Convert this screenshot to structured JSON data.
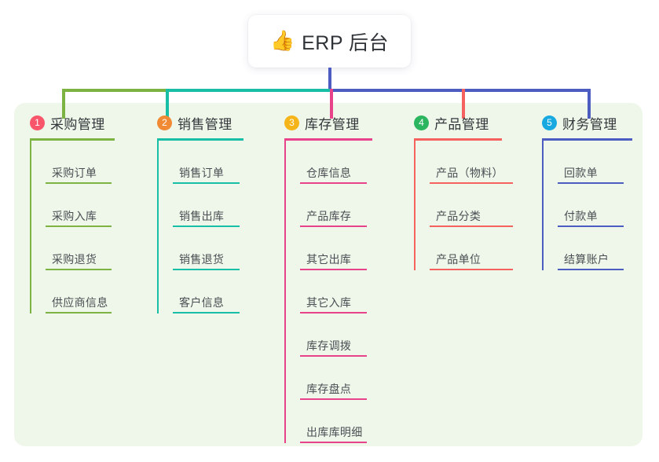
{
  "root": {
    "emoji": "👍",
    "emoji_name": "thumbs-up-icon",
    "title": "ERP 后台"
  },
  "colors": {
    "panel_bg": "#eef7e9",
    "page_bg": "#ffffff",
    "root_stem": "#4d5cc0",
    "bus_green": "#7cb342",
    "bus_teal": "#18bfa6",
    "bus_blue": "#4d5cc0"
  },
  "connectors": {
    "drops": [
      "#7cb342",
      "#18bfa6",
      "#e8428a",
      "#f4615f",
      "#4d5cc0"
    ]
  },
  "columns": [
    {
      "index": "1",
      "badge_color": "#f9556b",
      "accent": "#7cb342",
      "title": "采购管理",
      "leaves": [
        {
          "label": "采购订单"
        },
        {
          "label": "采购入库"
        },
        {
          "label": "采购退货"
        },
        {
          "label": "供应商信息"
        }
      ]
    },
    {
      "index": "2",
      "badge_color": "#f08a35",
      "accent": "#18bfa6",
      "title": "销售管理",
      "leaves": [
        {
          "label": "销售订单"
        },
        {
          "label": "销售出库"
        },
        {
          "label": "销售退货"
        },
        {
          "label": "客户信息"
        }
      ]
    },
    {
      "index": "3",
      "badge_color": "#f5b51a",
      "accent": "#e8428a",
      "title": "库存管理",
      "leaves": [
        {
          "label": "仓库信息"
        },
        {
          "label": "产品库存"
        },
        {
          "label": "其它出库"
        },
        {
          "label": "其它入库"
        },
        {
          "label": "库存调拨"
        },
        {
          "label": "库存盘点"
        },
        {
          "label": "出库库明细"
        }
      ]
    },
    {
      "index": "4",
      "badge_color": "#2bb55f",
      "accent": "#f4615f",
      "title": "产品管理",
      "leaves": [
        {
          "label": "产品（物料）"
        },
        {
          "label": "产品分类"
        },
        {
          "label": "产品单位"
        }
      ]
    },
    {
      "index": "5",
      "badge_color": "#17a9e0",
      "accent": "#4d5cc0",
      "title": "财务管理",
      "leaves": [
        {
          "label": "回款单"
        },
        {
          "label": "付款单"
        },
        {
          "label": "结算账户"
        }
      ]
    }
  ]
}
